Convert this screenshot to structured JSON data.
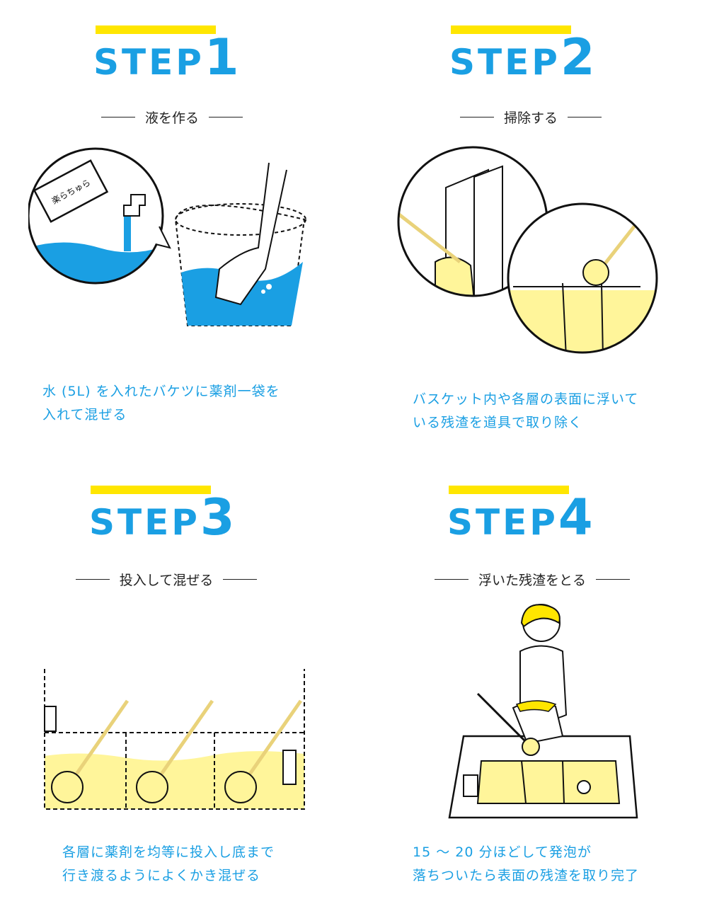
{
  "colors": {
    "accent": "#1a9fe3",
    "highlight": "#ffe600",
    "liquid_yellow": "#fff59a",
    "water_blue": "#1a9fe3"
  },
  "steps": [
    {
      "word": "STEP",
      "number": "1",
      "subtitle": "液を作る",
      "desc_lines": [
        "水 (5L) を入れたバケツに薬剤一袋を",
        "入れて混ぜる"
      ],
      "packet_label": "楽らちゅら"
    },
    {
      "word": "STEP",
      "number": "2",
      "subtitle": "掃除する",
      "desc_lines": [
        "バスケット内や各層の表面に浮いて",
        "いる残渣を道具で取り除く"
      ]
    },
    {
      "word": "STEP",
      "number": "3",
      "subtitle": "投入して混ぜる",
      "desc_lines": [
        "各層に薬剤を均等に投入し底まで",
        "行き渡るようによくかき混ぜる"
      ]
    },
    {
      "word": "STEP",
      "number": "4",
      "subtitle": "浮いた残渣をとる",
      "desc_lines": [
        "15 ～ 20 分ほどして発泡が",
        "落ちついたら表面の残渣を取り完了"
      ]
    }
  ]
}
